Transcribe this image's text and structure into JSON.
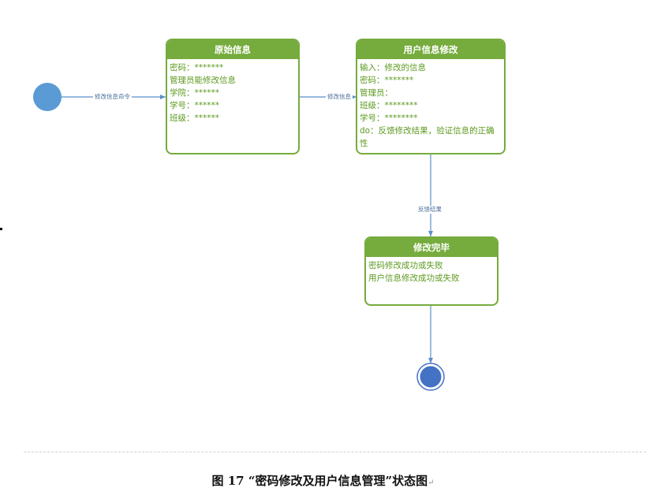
{
  "colors": {
    "state_green": "#76ab3d",
    "state_text": "#5d9a1f",
    "edge": "#5b8ec6",
    "initial_node": "#5b9bd5",
    "final_node": "#4472c4"
  },
  "states": {
    "original": {
      "title": "原始信息",
      "lines": [
        "密码：*******",
        "管理员能修改信息",
        "学院：******",
        "学号：******",
        "班级：******"
      ]
    },
    "modify": {
      "title": "用户信息修改",
      "lines": [
        "输入：修改的信息",
        "密码：*******",
        "管理员：",
        "班级：********",
        "学号：********",
        "do：反馈修改结果，验证信息的正确性"
      ]
    },
    "done": {
      "title": "修改完毕",
      "lines": [
        "密码修改成功或失败",
        "用户信息修改成功或失败"
      ]
    }
  },
  "edges": {
    "start_to_original": "修改信息命令",
    "original_to_modify": "修改信息",
    "modify_to_done": "反馈结果"
  },
  "caption": {
    "text": "图  17   “密码修改及用户信息管理”状态图",
    "mark": "↵"
  }
}
